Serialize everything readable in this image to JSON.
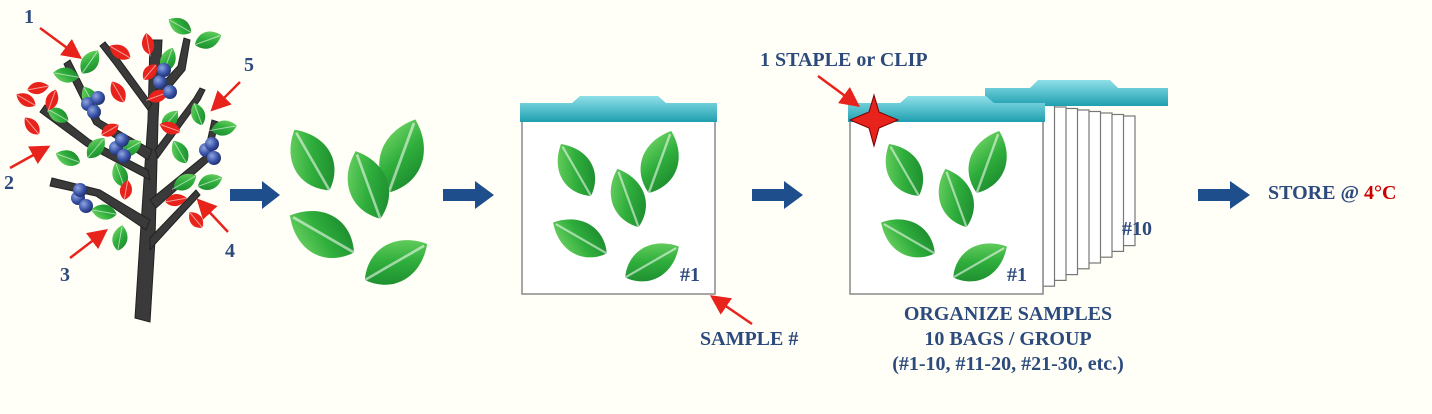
{
  "branch_numbers": [
    "1",
    "2",
    "3",
    "4",
    "5"
  ],
  "staple_label": "1 STAPLE or CLIP",
  "bag_number_first": "#1",
  "bag_number_group_first": "#1",
  "bag_number_group_last": "#10",
  "sample_label": "SAMPLE #",
  "organize": {
    "line1": "ORGANIZE SAMPLES",
    "line2": "10 BAGS / GROUP",
    "line3": "(#1-10, #11-20, #21-30, etc.)"
  },
  "store": {
    "prefix": "STORE @ ",
    "temp": "4°C"
  },
  "colors": {
    "text_blue": "#2d4a7c",
    "arrow_blue": "#1f4e8c",
    "leaf_green": "#2fae3c",
    "red_leaf": "#e8231b",
    "bag_seal": "#2fb5c3",
    "trunk": "#3a3a3a",
    "berry": "#3a53a8",
    "temp_red": "#cc0000"
  }
}
